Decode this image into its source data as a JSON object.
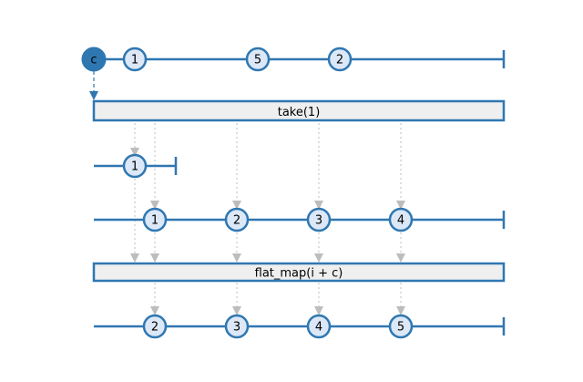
{
  "colors": {
    "line": "#2f77b1",
    "marble_fill": "#dce8f7",
    "context_fill": "#2f77b1",
    "operator_fill": "#efefef",
    "arrow": "#bdbdbd",
    "text": "#000000"
  },
  "context_marble": {
    "label": "c"
  },
  "source": {
    "marbles": [
      "1",
      "5",
      "2"
    ]
  },
  "take_operator": {
    "label": "take(1)"
  },
  "take_output": {
    "marbles": [
      "1"
    ]
  },
  "inner": {
    "marbles": [
      "1",
      "2",
      "3",
      "4"
    ]
  },
  "flatmap_operator": {
    "label": "flat_map(i + c)"
  },
  "result": {
    "marbles": [
      "2",
      "3",
      "4",
      "5"
    ]
  }
}
